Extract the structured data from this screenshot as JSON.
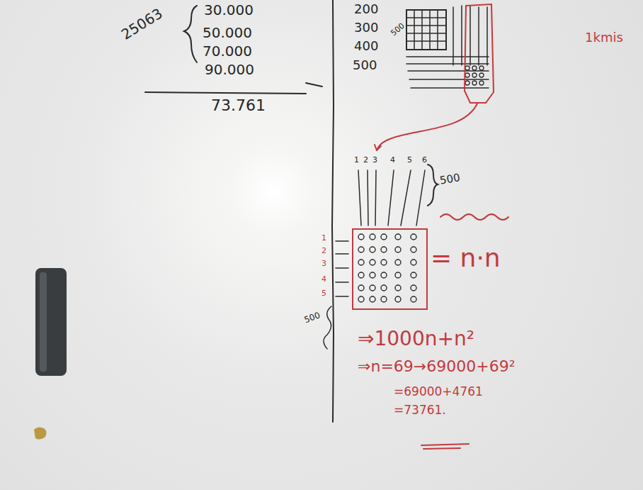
{
  "diagram": {
    "labels": [
      "25063",
      "30.000",
      "50.000",
      "70.000",
      "90.000",
      "73.761",
      "200",
      "300",
      "400",
      "500",
      "500",
      "1kmis",
      "1",
      "2",
      "3",
      "4",
      "5",
      "6",
      "500",
      "1",
      "2",
      "3",
      "4",
      "5",
      "500",
      "= n·n",
      "⇒1000n+n²",
      "⇒n=69→69000+69²",
      "=69000+4761",
      "=73761."
    ]
  }
}
